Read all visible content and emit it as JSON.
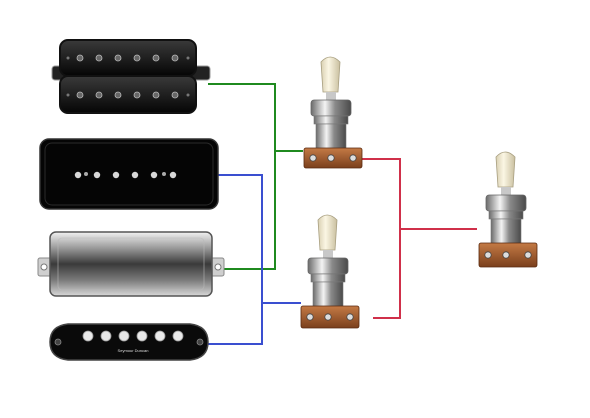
{
  "diagram": {
    "pickups": [
      {
        "id": "humbucker",
        "kind": "open-coil humbucker",
        "label": ""
      },
      {
        "id": "p90",
        "kind": "soapbar P-90",
        "label": ""
      },
      {
        "id": "mini-humbucker",
        "kind": "chrome mini humbucker",
        "label": ""
      },
      {
        "id": "single-coil",
        "kind": "single coil",
        "label": "Seymour Duncan"
      }
    ],
    "switches": [
      {
        "id": "switch-upper"
      },
      {
        "id": "switch-lower"
      },
      {
        "id": "switch-master"
      }
    ],
    "wire_colors": {
      "green": "#1f8a1f",
      "blue": "#3a4fd0",
      "red": "#d0304a"
    },
    "connections": [
      {
        "from": "humbucker",
        "to": "switch-upper",
        "color": "green"
      },
      {
        "from": "mini-humbucker",
        "to": "switch-upper",
        "color": "green"
      },
      {
        "from": "p90",
        "to": "switch-lower",
        "color": "blue"
      },
      {
        "from": "single-coil",
        "to": "switch-lower",
        "color": "blue"
      },
      {
        "from": "switch-upper",
        "to": "switch-master",
        "color": "red"
      },
      {
        "from": "switch-lower",
        "to": "switch-master",
        "color": "red"
      }
    ]
  }
}
